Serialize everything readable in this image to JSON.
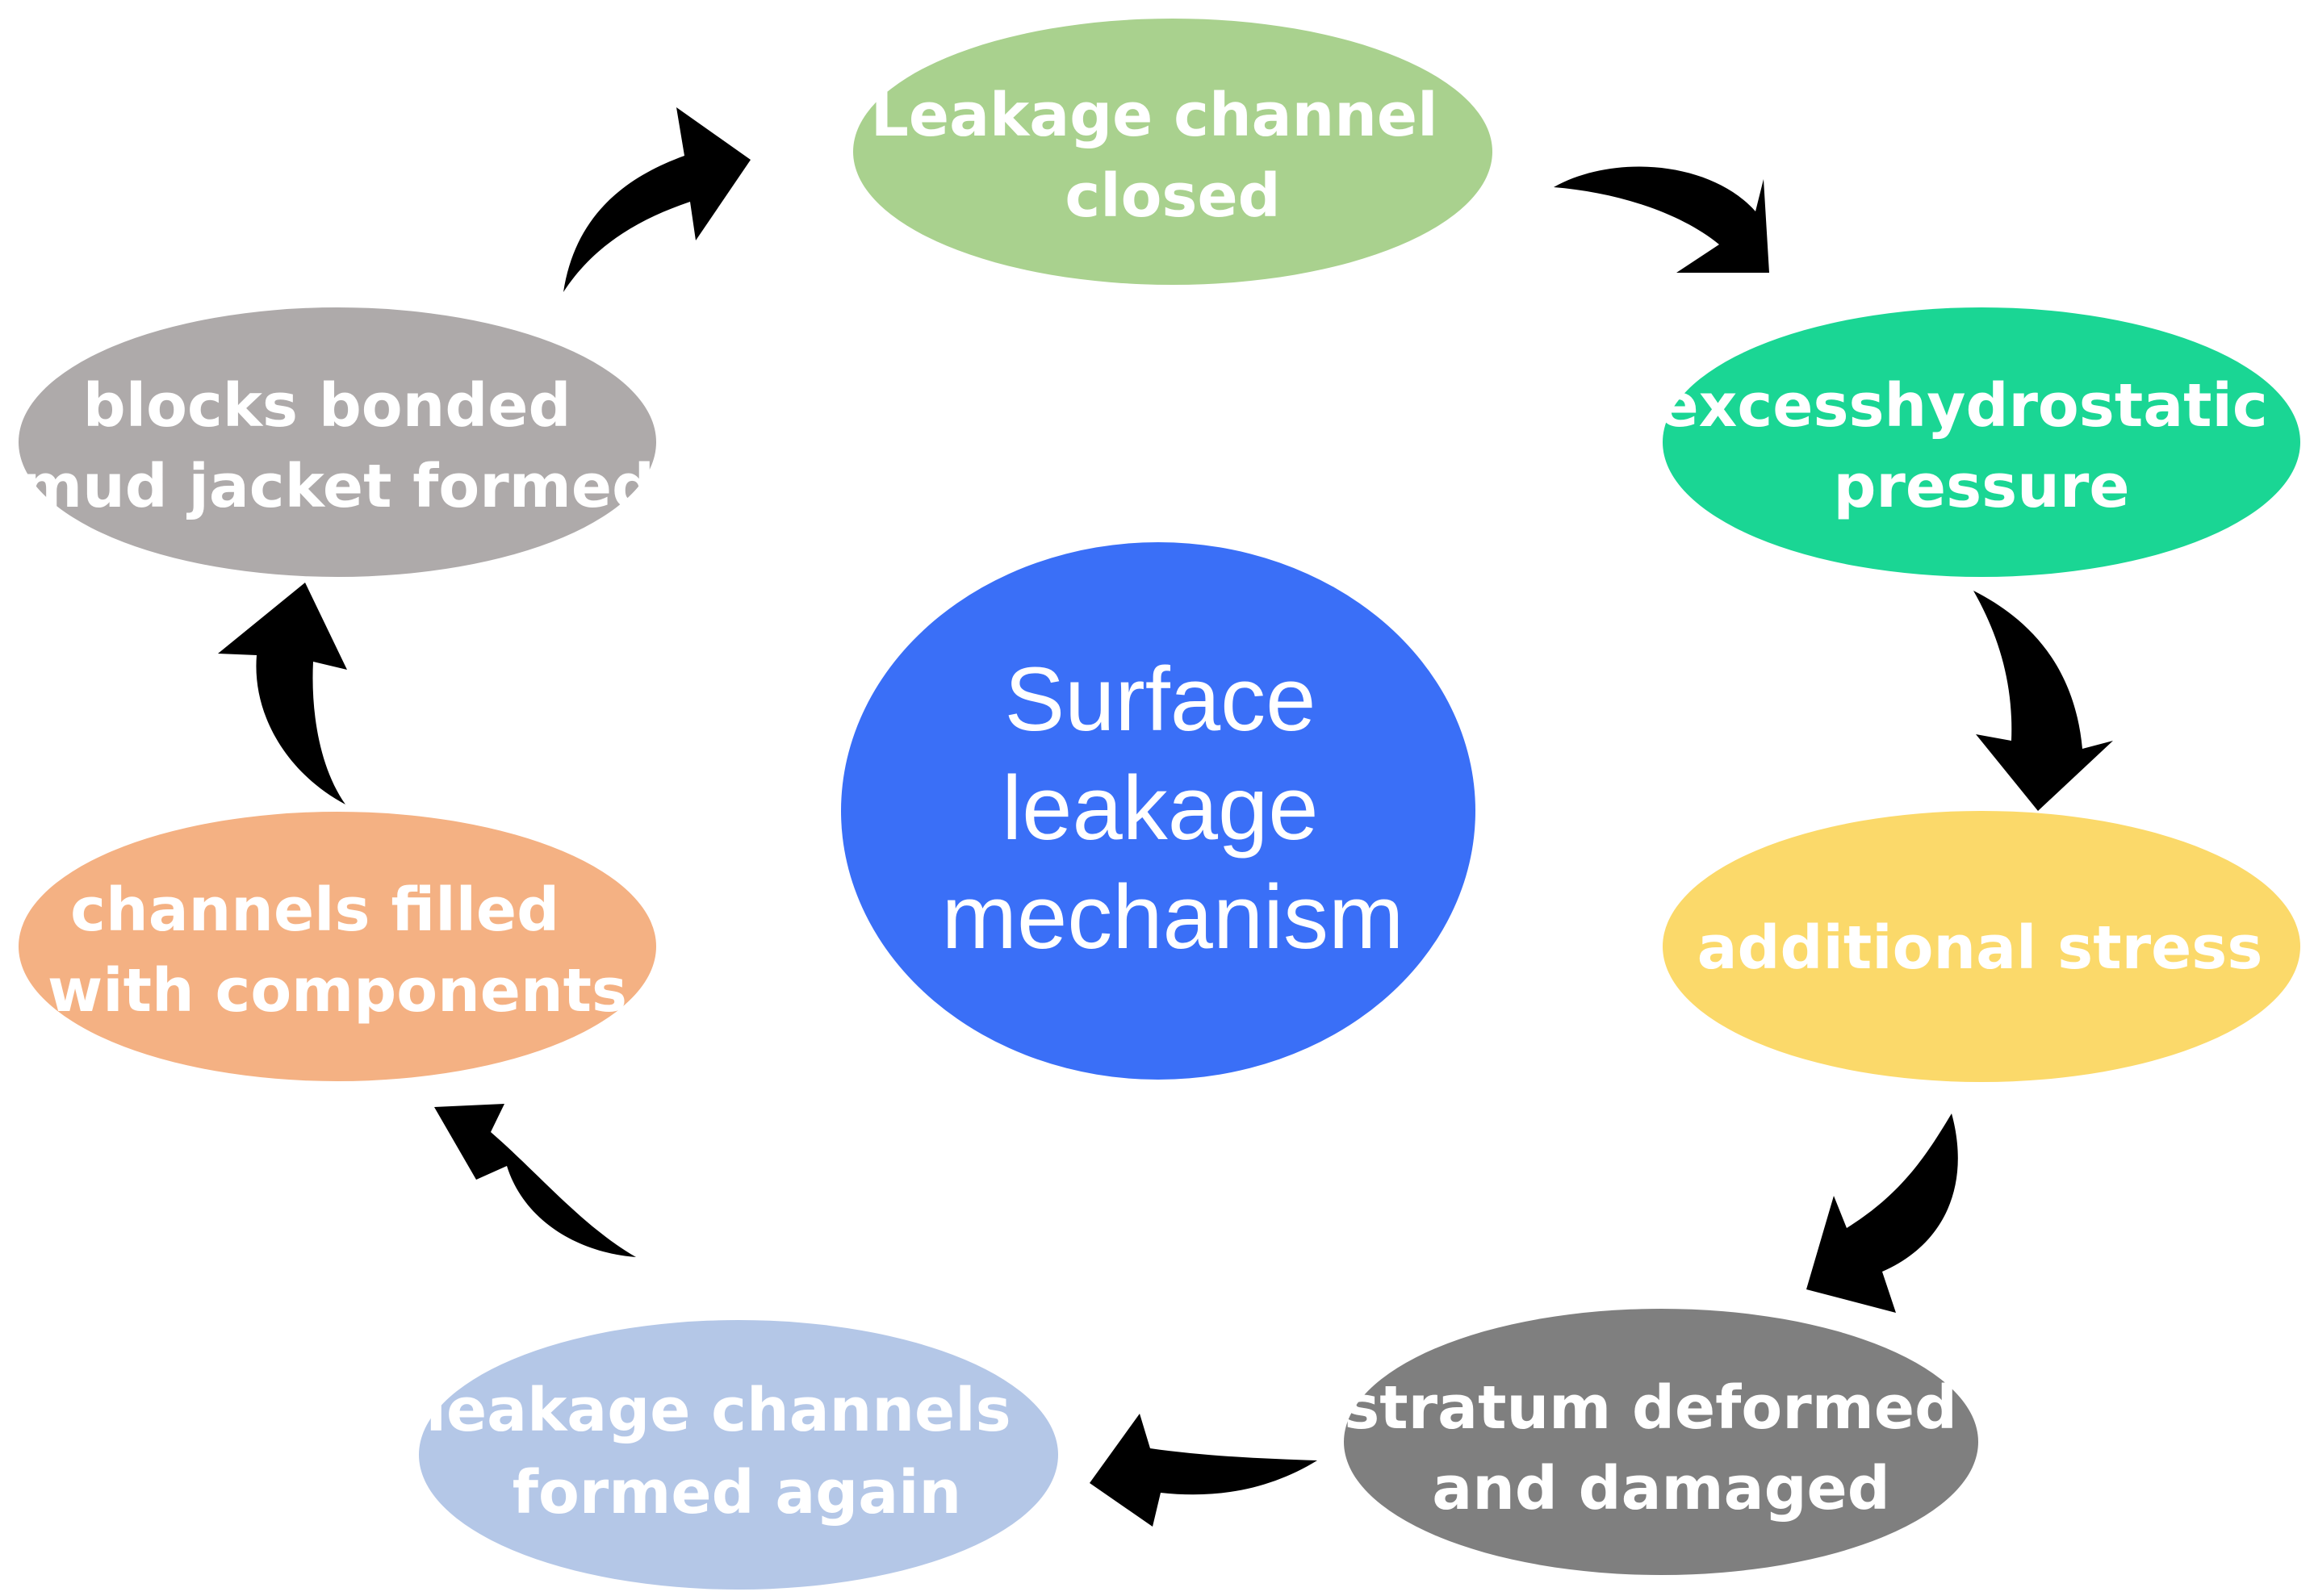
{
  "title": "",
  "center": {
    "lines": [
      "Surface",
      "leakage",
      "mechanism"
    ],
    "color": "#3a6ff7"
  },
  "nodes": [
    {
      "id": "leakage-channel-closed",
      "lines": [
        "Leakage channel",
        "closed"
      ],
      "color": "#a9d18e"
    },
    {
      "id": "excess-hydrostatic-pressure",
      "lines": [
        "excesshydrostatic",
        "pressure"
      ],
      "color": "#1ad694"
    },
    {
      "id": "additional-stress",
      "lines": [
        "additional stress"
      ],
      "color": "#fbd96a"
    },
    {
      "id": "stratum-deformed",
      "lines": [
        "stratum deformed",
        "and damaged"
      ],
      "color": "#7f7f7f"
    },
    {
      "id": "leakage-channels-formed-again",
      "lines": [
        "leakage channels",
        "formed again"
      ],
      "color": "#b4c7e7"
    },
    {
      "id": "channels-filled",
      "lines": [
        "channels filled",
        "with components"
      ],
      "color": "#f4b183"
    },
    {
      "id": "blocks-bonded",
      "lines": [
        "blocks bonded",
        "mud jacket formed"
      ],
      "color": "#aeaaaa"
    }
  ],
  "arrow_color": "#000000",
  "flow": "clockwise"
}
